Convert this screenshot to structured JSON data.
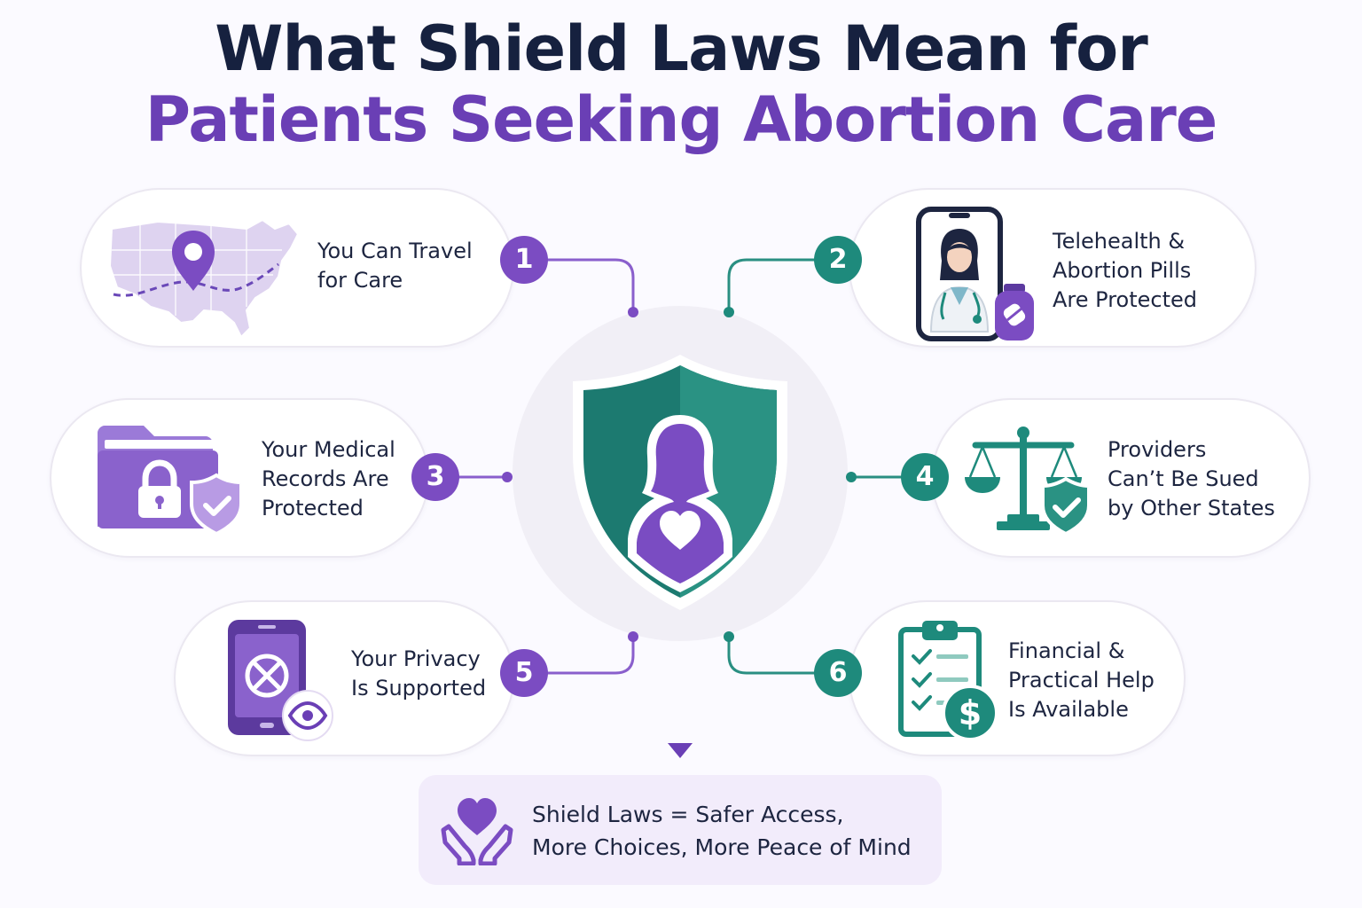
{
  "title": {
    "line1": "What Shield Laws Mean for",
    "line2": "Patients Seeking Abortion Care"
  },
  "colors": {
    "navy": "#16213f",
    "purple": "#7b4cc2",
    "teal": "#1e8a7c",
    "light_purple": "#e6dcf5"
  },
  "items": [
    {
      "number": "1",
      "line1": "You Can Travel",
      "line2": "for Care",
      "icon": "us-map-location-icon"
    },
    {
      "number": "2",
      "line1": "Telehealth &",
      "line2": "Abortion Pills",
      "line3": "Are Protected",
      "icon": "telehealth-phone-icon"
    },
    {
      "number": "3",
      "line1": "Your Medical",
      "line2": "Records Are",
      "line3": "Protected",
      "icon": "locked-folder-icon"
    },
    {
      "number": "4",
      "line1": "Providers",
      "line2": "Can’t Be Sued",
      "line3": "by Other States",
      "icon": "scales-of-justice-icon"
    },
    {
      "number": "5",
      "line1": "Your Privacy",
      "line2": "Is Supported",
      "icon": "private-phone-icon"
    },
    {
      "number": "6",
      "line1": "Financial &",
      "line2": "Practical Help",
      "line3": "Is Available",
      "icon": "checklist-dollar-icon"
    }
  ],
  "center": {
    "icon": "shield-person-heart-icon"
  },
  "summary": {
    "line1": "Shield Laws = Safer Access,",
    "line2": "More Choices, More Peace of Mind",
    "icon": "heart-hands-icon"
  }
}
